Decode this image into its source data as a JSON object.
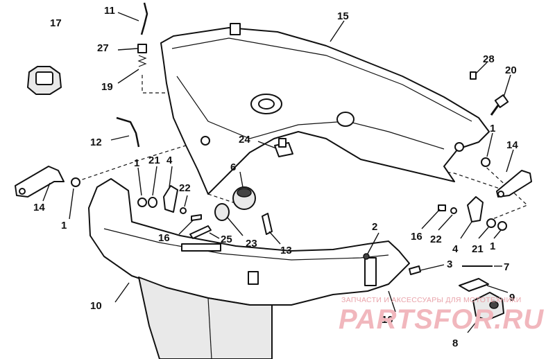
{
  "callouts": [
    {
      "label": "11"
    },
    {
      "label": "17"
    },
    {
      "label": "27"
    },
    {
      "label": "19"
    },
    {
      "label": "15"
    },
    {
      "label": "28"
    },
    {
      "label": "20"
    },
    {
      "label": "12"
    },
    {
      "label": "24"
    },
    {
      "label": "1"
    },
    {
      "label": "14"
    },
    {
      "label": "1"
    },
    {
      "label": "21"
    },
    {
      "label": "4"
    },
    {
      "label": "6"
    },
    {
      "label": "22"
    },
    {
      "label": "14"
    },
    {
      "label": "1"
    },
    {
      "label": "16"
    },
    {
      "label": "25"
    },
    {
      "label": "23"
    },
    {
      "label": "13"
    },
    {
      "label": "2"
    },
    {
      "label": "16"
    },
    {
      "label": "22"
    },
    {
      "label": "4"
    },
    {
      "label": "21"
    },
    {
      "label": "1"
    },
    {
      "label": "3"
    },
    {
      "label": "7"
    },
    {
      "label": "9"
    },
    {
      "label": "10"
    },
    {
      "label": "10"
    },
    {
      "label": "8"
    }
  ],
  "watermark": {
    "caption": "ЗАПЧАСТИ И АКСЕССУАРЫ ДЛЯ МОТОТЕХНИКИ",
    "brand": "PARTSFOR.RU",
    "colors": {
      "caption": "#e9a3aa",
      "brand": "#f1b7bd"
    }
  }
}
